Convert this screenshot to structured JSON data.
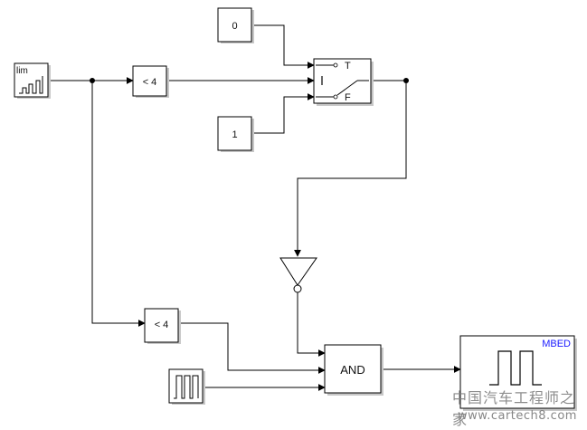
{
  "blocks": {
    "limit_source_label": "lim",
    "const_top": "0",
    "const_bottom": "1",
    "compare_top": "< 4",
    "compare_bottom": "< 4",
    "switch_true_label": "T",
    "switch_false_label": "F",
    "and_label": "AND",
    "mbed_label": "MBED"
  },
  "watermark": {
    "chinese": "中国汽车工程师之家",
    "url": "www.cartech8.com"
  },
  "colors": {
    "line": "#000000",
    "block_border": "#000000",
    "mbed_text": "#1a1aff",
    "shadow": "#c8c8c8"
  }
}
